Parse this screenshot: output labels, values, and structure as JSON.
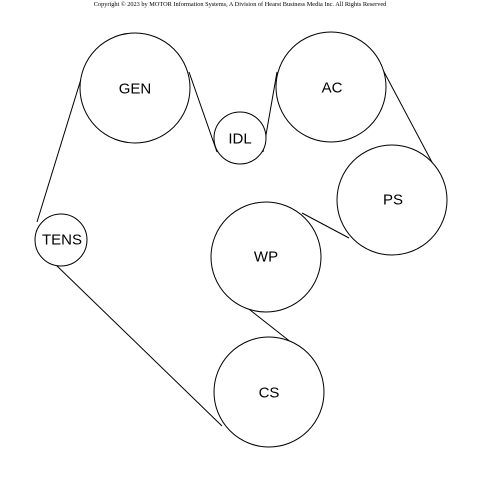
{
  "copyright": "Copyright © 2023 by MOTOR Information Systems, A Division of Hearst Business Media Inc. All Rights Reserved",
  "pulleys": {
    "gen": "GEN",
    "idl": "IDL",
    "ac": "AC",
    "ps": "PS",
    "tens": "TENS",
    "wp": "WP",
    "cs": "CS"
  },
  "colors": {
    "line": "#000000",
    "background": "#ffffff"
  }
}
